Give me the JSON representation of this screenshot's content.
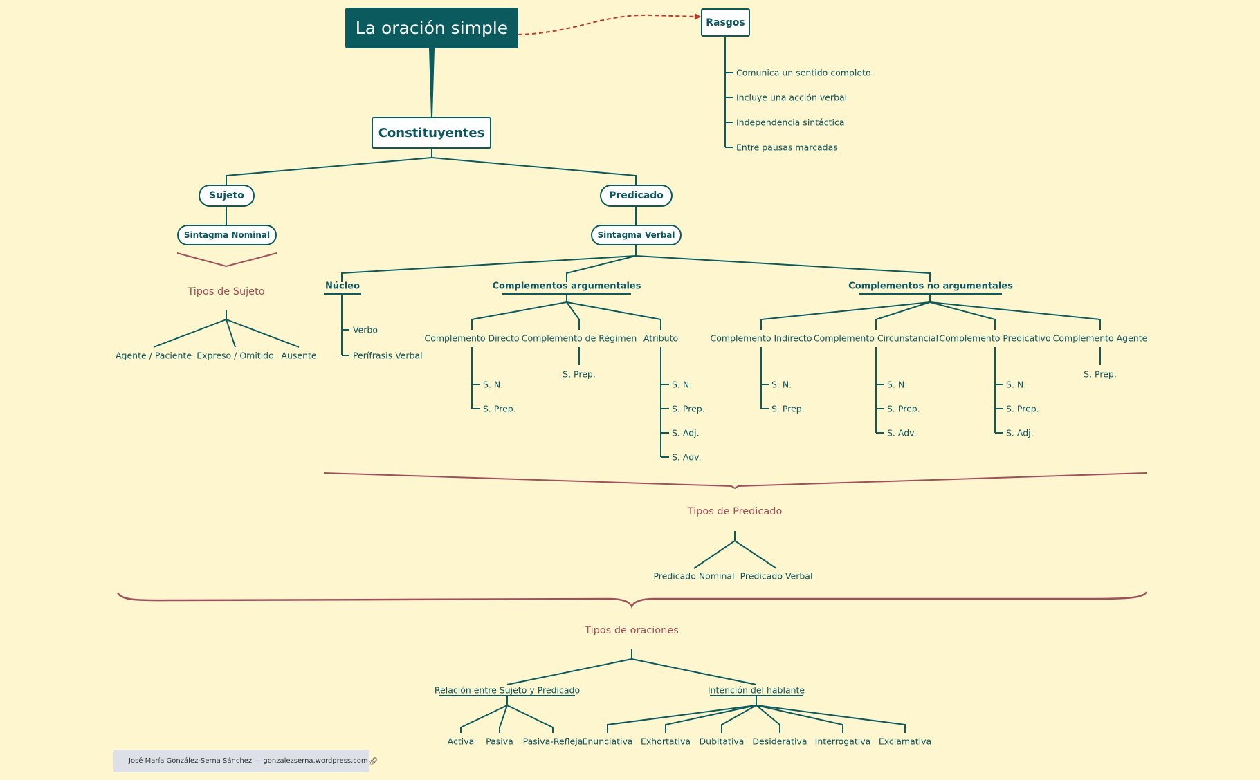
{
  "root": {
    "title": "La oración simple"
  },
  "rasgos": {
    "title": "Rasgos",
    "items": [
      "Comunica un sentido completo",
      "Incluye una acción verbal",
      "Independencia sintáctica",
      "Entre pausas marcadas"
    ]
  },
  "constituyentes": "Constituyentes",
  "sujeto": {
    "title": "Sujeto",
    "sintagma": "Sintagma Nominal",
    "tipos_title": "Tipos de Sujeto",
    "tipos": [
      "Agente / Paciente",
      "Expreso / Omitido",
      "Ausente"
    ]
  },
  "predicado": {
    "title": "Predicado",
    "sintagma": "Sintagma Verbal",
    "nucleo": {
      "title": "Núcleo",
      "items": [
        "Verbo",
        "Perífrasis Verbal"
      ]
    },
    "arg": {
      "title": "Complementos argumentales",
      "cd": {
        "title": "Complemento Directo",
        "items": [
          "S. N.",
          "S. Prep."
        ]
      },
      "cr": {
        "title": "Complemento de Régimen",
        "items": [
          "S. Prep."
        ]
      },
      "at": {
        "title": "Atributo",
        "items": [
          "S. N.",
          "S. Prep.",
          "S. Adj.",
          "S. Adv."
        ]
      }
    },
    "noarg": {
      "title": "Complementos no argumentales",
      "ci": {
        "title": "Complemento Indirecto",
        "items": [
          "S. N.",
          "S. Prep."
        ]
      },
      "cc": {
        "title": "Complemento Circunstancial",
        "items": [
          "S. N.",
          "S. Prep.",
          "S. Adv."
        ]
      },
      "cp": {
        "title": "Complemento Predicativo",
        "items": [
          "S. N.",
          "S. Prep.",
          "S. Adj."
        ]
      },
      "ca": {
        "title": "Complemento Agente",
        "items": [
          "S. Prep."
        ]
      }
    },
    "tipos_title": "Tipos de Predicado",
    "tipos": [
      "Predicado Nominal",
      "Predicado Verbal"
    ]
  },
  "oraciones": {
    "title": "Tipos de oraciones",
    "relacion": {
      "title": "Relación entre Sujeto y Predicado",
      "items": [
        "Activa",
        "Pasiva",
        "Pasiva-Refleja"
      ]
    },
    "intencion": {
      "title": "Intención del hablante",
      "items": [
        "Enunciativa",
        "Exhortativa",
        "Dubitativa",
        "Desiderativa",
        "Interrogativa",
        "Exclamativa"
      ]
    }
  },
  "footer": {
    "text": "José María González-Serna Sánchez — gonzalezserna.wordpress.com"
  },
  "colors": {
    "background": "#fdf6cf",
    "primary": "#0b5a5e",
    "accent": "#a0505a",
    "footer_bg": "#dde0e6"
  },
  "icons": {
    "footer_link": "link-icon",
    "rasgos_connector": "dashed-arrow"
  }
}
